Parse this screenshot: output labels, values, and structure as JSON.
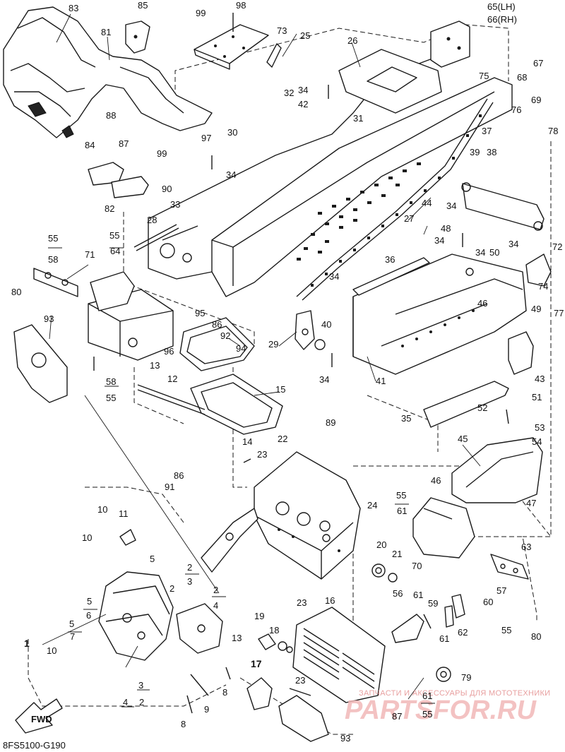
{
  "diagram": {
    "code": "8FS5100-G190",
    "fwd_label": "FWD",
    "watermark_top": "ЗАПЧАСТИ И АКСЕССУАРЫ ДЛЯ МОТОТЕХНИКИ",
    "watermark_main": "PARTSFOR.RU"
  },
  "callouts": [
    {
      "id": "c83",
      "text": "83"
    },
    {
      "id": "c85",
      "text": "85"
    },
    {
      "id": "c99a",
      "text": "99"
    },
    {
      "id": "c98",
      "text": "98"
    },
    {
      "id": "c73",
      "text": "73"
    },
    {
      "id": "c25",
      "text": "25"
    },
    {
      "id": "c65",
      "text": "65(LH)"
    },
    {
      "id": "c66",
      "text": "66(RH)"
    },
    {
      "id": "c81",
      "text": "81"
    },
    {
      "id": "c26",
      "text": "26"
    },
    {
      "id": "c68",
      "text": "68"
    },
    {
      "id": "c67",
      "text": "67"
    },
    {
      "id": "c75",
      "text": "75"
    },
    {
      "id": "c32",
      "text": "32"
    },
    {
      "id": "c34a",
      "text": "34"
    },
    {
      "id": "c42",
      "text": "42"
    },
    {
      "id": "c69",
      "text": "69"
    },
    {
      "id": "c76",
      "text": "76"
    },
    {
      "id": "c88",
      "text": "88"
    },
    {
      "id": "c31",
      "text": "31"
    },
    {
      "id": "c87a",
      "text": "87"
    },
    {
      "id": "c30",
      "text": "30"
    },
    {
      "id": "c97",
      "text": "97"
    },
    {
      "id": "c37",
      "text": "37"
    },
    {
      "id": "c78",
      "text": "78"
    },
    {
      "id": "c84",
      "text": "84"
    },
    {
      "id": "c99b",
      "text": "99"
    },
    {
      "id": "c39",
      "text": "39"
    },
    {
      "id": "c38",
      "text": "38"
    },
    {
      "id": "c34b",
      "text": "34"
    },
    {
      "id": "c90",
      "text": "90"
    },
    {
      "id": "c82",
      "text": "82"
    },
    {
      "id": "c33",
      "text": "33"
    },
    {
      "id": "c28",
      "text": "28"
    },
    {
      "id": "c27",
      "text": "27"
    },
    {
      "id": "c44",
      "text": "44"
    },
    {
      "id": "c34c",
      "text": "34"
    },
    {
      "id": "c55a",
      "text": "55"
    },
    {
      "id": "c55b",
      "text": "55"
    },
    {
      "id": "c64",
      "text": "64"
    },
    {
      "id": "c48",
      "text": "48"
    },
    {
      "id": "c34d",
      "text": "34"
    },
    {
      "id": "c72",
      "text": "72"
    },
    {
      "id": "c58a",
      "text": "58"
    },
    {
      "id": "c71",
      "text": "71"
    },
    {
      "id": "c36",
      "text": "36"
    },
    {
      "id": "c34e",
      "text": "34"
    },
    {
      "id": "c50",
      "text": "50"
    },
    {
      "id": "c34f",
      "text": "34"
    },
    {
      "id": "c80a",
      "text": "80"
    },
    {
      "id": "c74",
      "text": "74"
    },
    {
      "id": "c34g",
      "text": "34"
    },
    {
      "id": "c77",
      "text": "77"
    },
    {
      "id": "c46a",
      "text": "46"
    },
    {
      "id": "c95",
      "text": "95"
    },
    {
      "id": "c86a",
      "text": "86"
    },
    {
      "id": "c93a",
      "text": "93"
    },
    {
      "id": "c92",
      "text": "92"
    },
    {
      "id": "c40",
      "text": "40"
    },
    {
      "id": "c49",
      "text": "49"
    },
    {
      "id": "c29",
      "text": "29"
    },
    {
      "id": "c96",
      "text": "96"
    },
    {
      "id": "c94",
      "text": "94"
    },
    {
      "id": "c43",
      "text": "43"
    },
    {
      "id": "c34h",
      "text": "34"
    },
    {
      "id": "c41",
      "text": "41"
    },
    {
      "id": "c13a",
      "text": "13"
    },
    {
      "id": "c58b",
      "text": "58"
    },
    {
      "id": "c55c",
      "text": "55"
    },
    {
      "id": "c12",
      "text": "12"
    },
    {
      "id": "c15",
      "text": "15"
    },
    {
      "id": "c51",
      "text": "51"
    },
    {
      "id": "c52",
      "text": "52"
    },
    {
      "id": "c35",
      "text": "35"
    },
    {
      "id": "c53",
      "text": "53"
    },
    {
      "id": "c22",
      "text": "22"
    },
    {
      "id": "c89",
      "text": "89"
    },
    {
      "id": "c45",
      "text": "45"
    },
    {
      "id": "c54",
      "text": "54"
    },
    {
      "id": "c14",
      "text": "14"
    },
    {
      "id": "c23a",
      "text": "23"
    },
    {
      "id": "c86b",
      "text": "86"
    },
    {
      "id": "c91",
      "text": "91"
    },
    {
      "id": "c46b",
      "text": "46"
    },
    {
      "id": "c47",
      "text": "47"
    },
    {
      "id": "c55d",
      "text": "55"
    },
    {
      "id": "c61a",
      "text": "61"
    },
    {
      "id": "c24",
      "text": "24"
    },
    {
      "id": "c10a",
      "text": "10"
    },
    {
      "id": "c11",
      "text": "11"
    },
    {
      "id": "c10b",
      "text": "10"
    },
    {
      "id": "c20",
      "text": "20"
    },
    {
      "id": "c21",
      "text": "21"
    },
    {
      "id": "c63",
      "text": "63"
    },
    {
      "id": "c70",
      "text": "70"
    },
    {
      "id": "c5a",
      "text": "5"
    },
    {
      "id": "c2a",
      "text": "2"
    },
    {
      "id": "c3a",
      "text": "3"
    },
    {
      "id": "c57",
      "text": "57"
    },
    {
      "id": "c2b",
      "text": "2"
    },
    {
      "id": "c5b",
      "text": "5"
    },
    {
      "id": "c6",
      "text": "6"
    },
    {
      "id": "c2c",
      "text": "2"
    },
    {
      "id": "c4a",
      "text": "4"
    },
    {
      "id": "c16",
      "text": "16"
    },
    {
      "id": "c56",
      "text": "56"
    },
    {
      "id": "c61b",
      "text": "61"
    },
    {
      "id": "c59",
      "text": "59"
    },
    {
      "id": "c60",
      "text": "60"
    },
    {
      "id": "c23b",
      "text": "23"
    },
    {
      "id": "c5c",
      "text": "5"
    },
    {
      "id": "c7",
      "text": "7"
    },
    {
      "id": "c19",
      "text": "19"
    },
    {
      "id": "c62",
      "text": "62"
    },
    {
      "id": "c55e",
      "text": "55"
    },
    {
      "id": "c80b",
      "text": "80"
    },
    {
      "id": "c1",
      "text": "1"
    },
    {
      "id": "c18",
      "text": "18"
    },
    {
      "id": "c13b",
      "text": "13"
    },
    {
      "id": "c61c",
      "text": "61"
    },
    {
      "id": "c10c",
      "text": "10"
    },
    {
      "id": "c17",
      "text": "17"
    },
    {
      "id": "c23c",
      "text": "23"
    },
    {
      "id": "c79",
      "text": "79"
    },
    {
      "id": "c3b",
      "text": "3"
    },
    {
      "id": "c4b",
      "text": "4"
    },
    {
      "id": "c2d",
      "text": "2"
    },
    {
      "id": "c9",
      "text": "9"
    },
    {
      "id": "c8a",
      "text": "8"
    },
    {
      "id": "c61d",
      "text": "61"
    },
    {
      "id": "c55f",
      "text": "55"
    },
    {
      "id": "c87b",
      "text": "87"
    },
    {
      "id": "c8b",
      "text": "8"
    },
    {
      "id": "c93b",
      "text": "93"
    }
  ]
}
